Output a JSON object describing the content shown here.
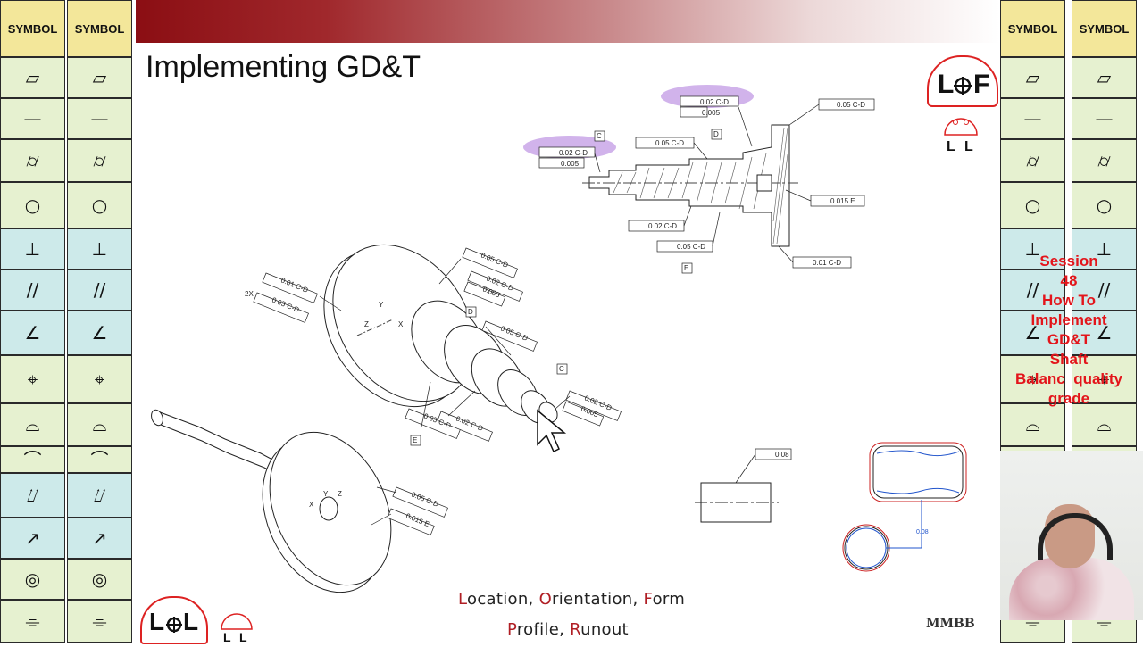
{
  "slide": {
    "title": "Implementing GD&T",
    "caption_line1": [
      {
        "initial": "L",
        "rest": "ocation, "
      },
      {
        "initial": "O",
        "rest": "rientation, "
      },
      {
        "initial": "F",
        "rest": "orm"
      }
    ],
    "caption_line2": [
      {
        "initial": "P",
        "rest": "rofile, "
      },
      {
        "initial": "R",
        "rest": "unout"
      }
    ],
    "watermark": "MMBB",
    "session_lines": [
      "Session",
      "48",
      "How To",
      "Implement",
      "GD&T",
      "Shaft",
      "Balanc  quality",
      "grade"
    ]
  },
  "symbol_columns": {
    "header_left": "SYMBOL",
    "header_right": "SYMBOL",
    "symbols": [
      {
        "name": "flatness-icon",
        "glyph": "▱",
        "group": "form"
      },
      {
        "name": "straightness-icon",
        "glyph": "—",
        "group": "form"
      },
      {
        "name": "cylindricity-icon",
        "glyph": "⌭",
        "group": "form"
      },
      {
        "name": "circularity-icon",
        "glyph": "○",
        "group": "form"
      },
      {
        "name": "perpendicularity-icon",
        "glyph": "⊥",
        "group": "orientation"
      },
      {
        "name": "parallelism-icon",
        "glyph": "//",
        "group": "orientation"
      },
      {
        "name": "angularity-icon",
        "glyph": "∠",
        "group": "orientation"
      },
      {
        "name": "position-icon",
        "glyph": "⌖",
        "group": "location"
      },
      {
        "name": "profile-of-surface-icon",
        "glyph": "⌓",
        "group": "profile"
      },
      {
        "name": "profile-of-line-icon",
        "glyph": "⌒",
        "group": "profile"
      },
      {
        "name": "total-runout-icon",
        "glyph": "⌰",
        "group": "runout"
      },
      {
        "name": "circular-runout-icon",
        "glyph": "↗",
        "group": "runout"
      },
      {
        "name": "concentricity-icon",
        "glyph": "◎",
        "group": "location"
      },
      {
        "name": "symmetry-icon",
        "glyph": "⌯",
        "group": "location"
      }
    ],
    "group_colors": {
      "form": "#e6f1d0",
      "orientation": "#cdeaea",
      "location": "#e6f1d0",
      "profile": "#e6f1d0",
      "runout": "#cdeaea",
      "header": "#f3e79a"
    }
  },
  "drawing_labels": {
    "top_right_fcf1": "0.02 C-D",
    "top_right_fcf1_sub": "0.005",
    "top_right_fcf2": "0.05 C-D",
    "top_left_fcf": "0.02 C-D",
    "top_left_fcf_sub": "0.005",
    "mid_fcf": "0.05 C-D",
    "datum_c": "C",
    "datum_d": "D",
    "datum_e": "E",
    "right_fcf": "0.015 E",
    "bottom_fcf1": "0.02 C-D",
    "bottom_fcf2": "0.05 C-D",
    "bottom_right_fcf": "0.01 C-D",
    "iso_fcf_a": "0.01 C-D",
    "iso_fcf_b": "0.05 C-D",
    "iso_2x": "2X",
    "iso_fcf_c": "0.05 C-D",
    "iso_fcf_d": "0.02 C-D",
    "iso_fcf_d_sub": "0.005",
    "iso_fcf_e": "0.05 C-D",
    "iso_fcf_f": "0.02 C-D",
    "iso_fcf_f_sub": "0.005",
    "iso_fcf_g": "0.05 C-D",
    "iso_fcf_h": "0.02 C-D",
    "lower_fcf1": "0.05 C-D",
    "lower_fcf2": "0.015 E",
    "flat_fcf": "0.08",
    "cyl_dim": "0.08",
    "axis_x": "X",
    "axis_y": "Y",
    "axis_z": "Z"
  },
  "accent_colors": {
    "topbar": "#8b0e13",
    "highlight": "#c9a6e8",
    "session_text": "#e3151b",
    "caption_initial": "#b01e24",
    "cyl_blue": "#2255cc",
    "cyl_red": "#cc2222"
  }
}
